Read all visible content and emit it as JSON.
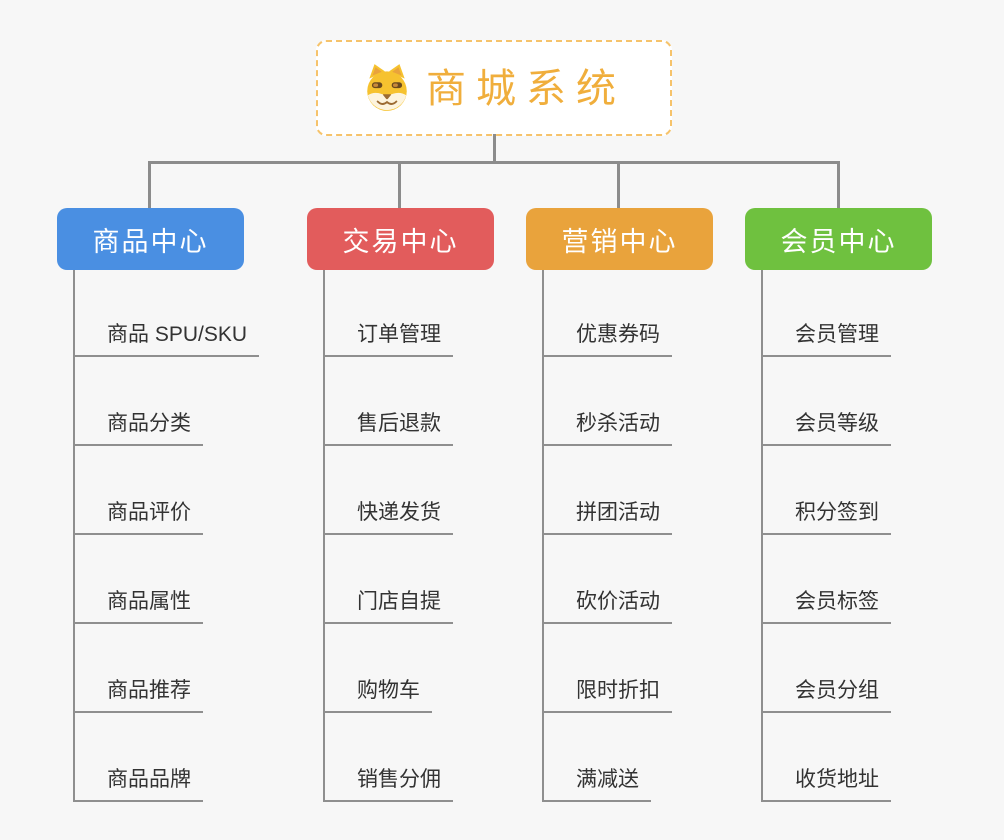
{
  "root": {
    "title": "商城系统",
    "icon": "shiba-dog-icon"
  },
  "branches": [
    {
      "label": "商品中心",
      "color": "#4a8fe2",
      "items": [
        "商品 SPU/SKU",
        "商品分类",
        "商品评价",
        "商品属性",
        "商品推荐",
        "商品品牌"
      ]
    },
    {
      "label": "交易中心",
      "color": "#e25c5c",
      "items": [
        "订单管理",
        "售后退款",
        "快递发货",
        "门店自提",
        "购物车",
        "销售分佣"
      ]
    },
    {
      "label": "营销中心",
      "color": "#e9a33c",
      "items": [
        "优惠券码",
        "秒杀活动",
        "拼团活动",
        "砍价活动",
        "限时折扣",
        "满减送"
      ]
    },
    {
      "label": "会员中心",
      "color": "#6fc13f",
      "items": [
        "会员管理",
        "会员等级",
        "积分签到",
        "会员标签",
        "会员分组",
        "收货地址"
      ]
    }
  ],
  "colors": {
    "canvas_background": "#f7f7f7",
    "connector_gray": "#8c8c8c",
    "root_accent": "#f0ae3c",
    "root_border": "#f6c36b",
    "item_text": "#333333"
  }
}
